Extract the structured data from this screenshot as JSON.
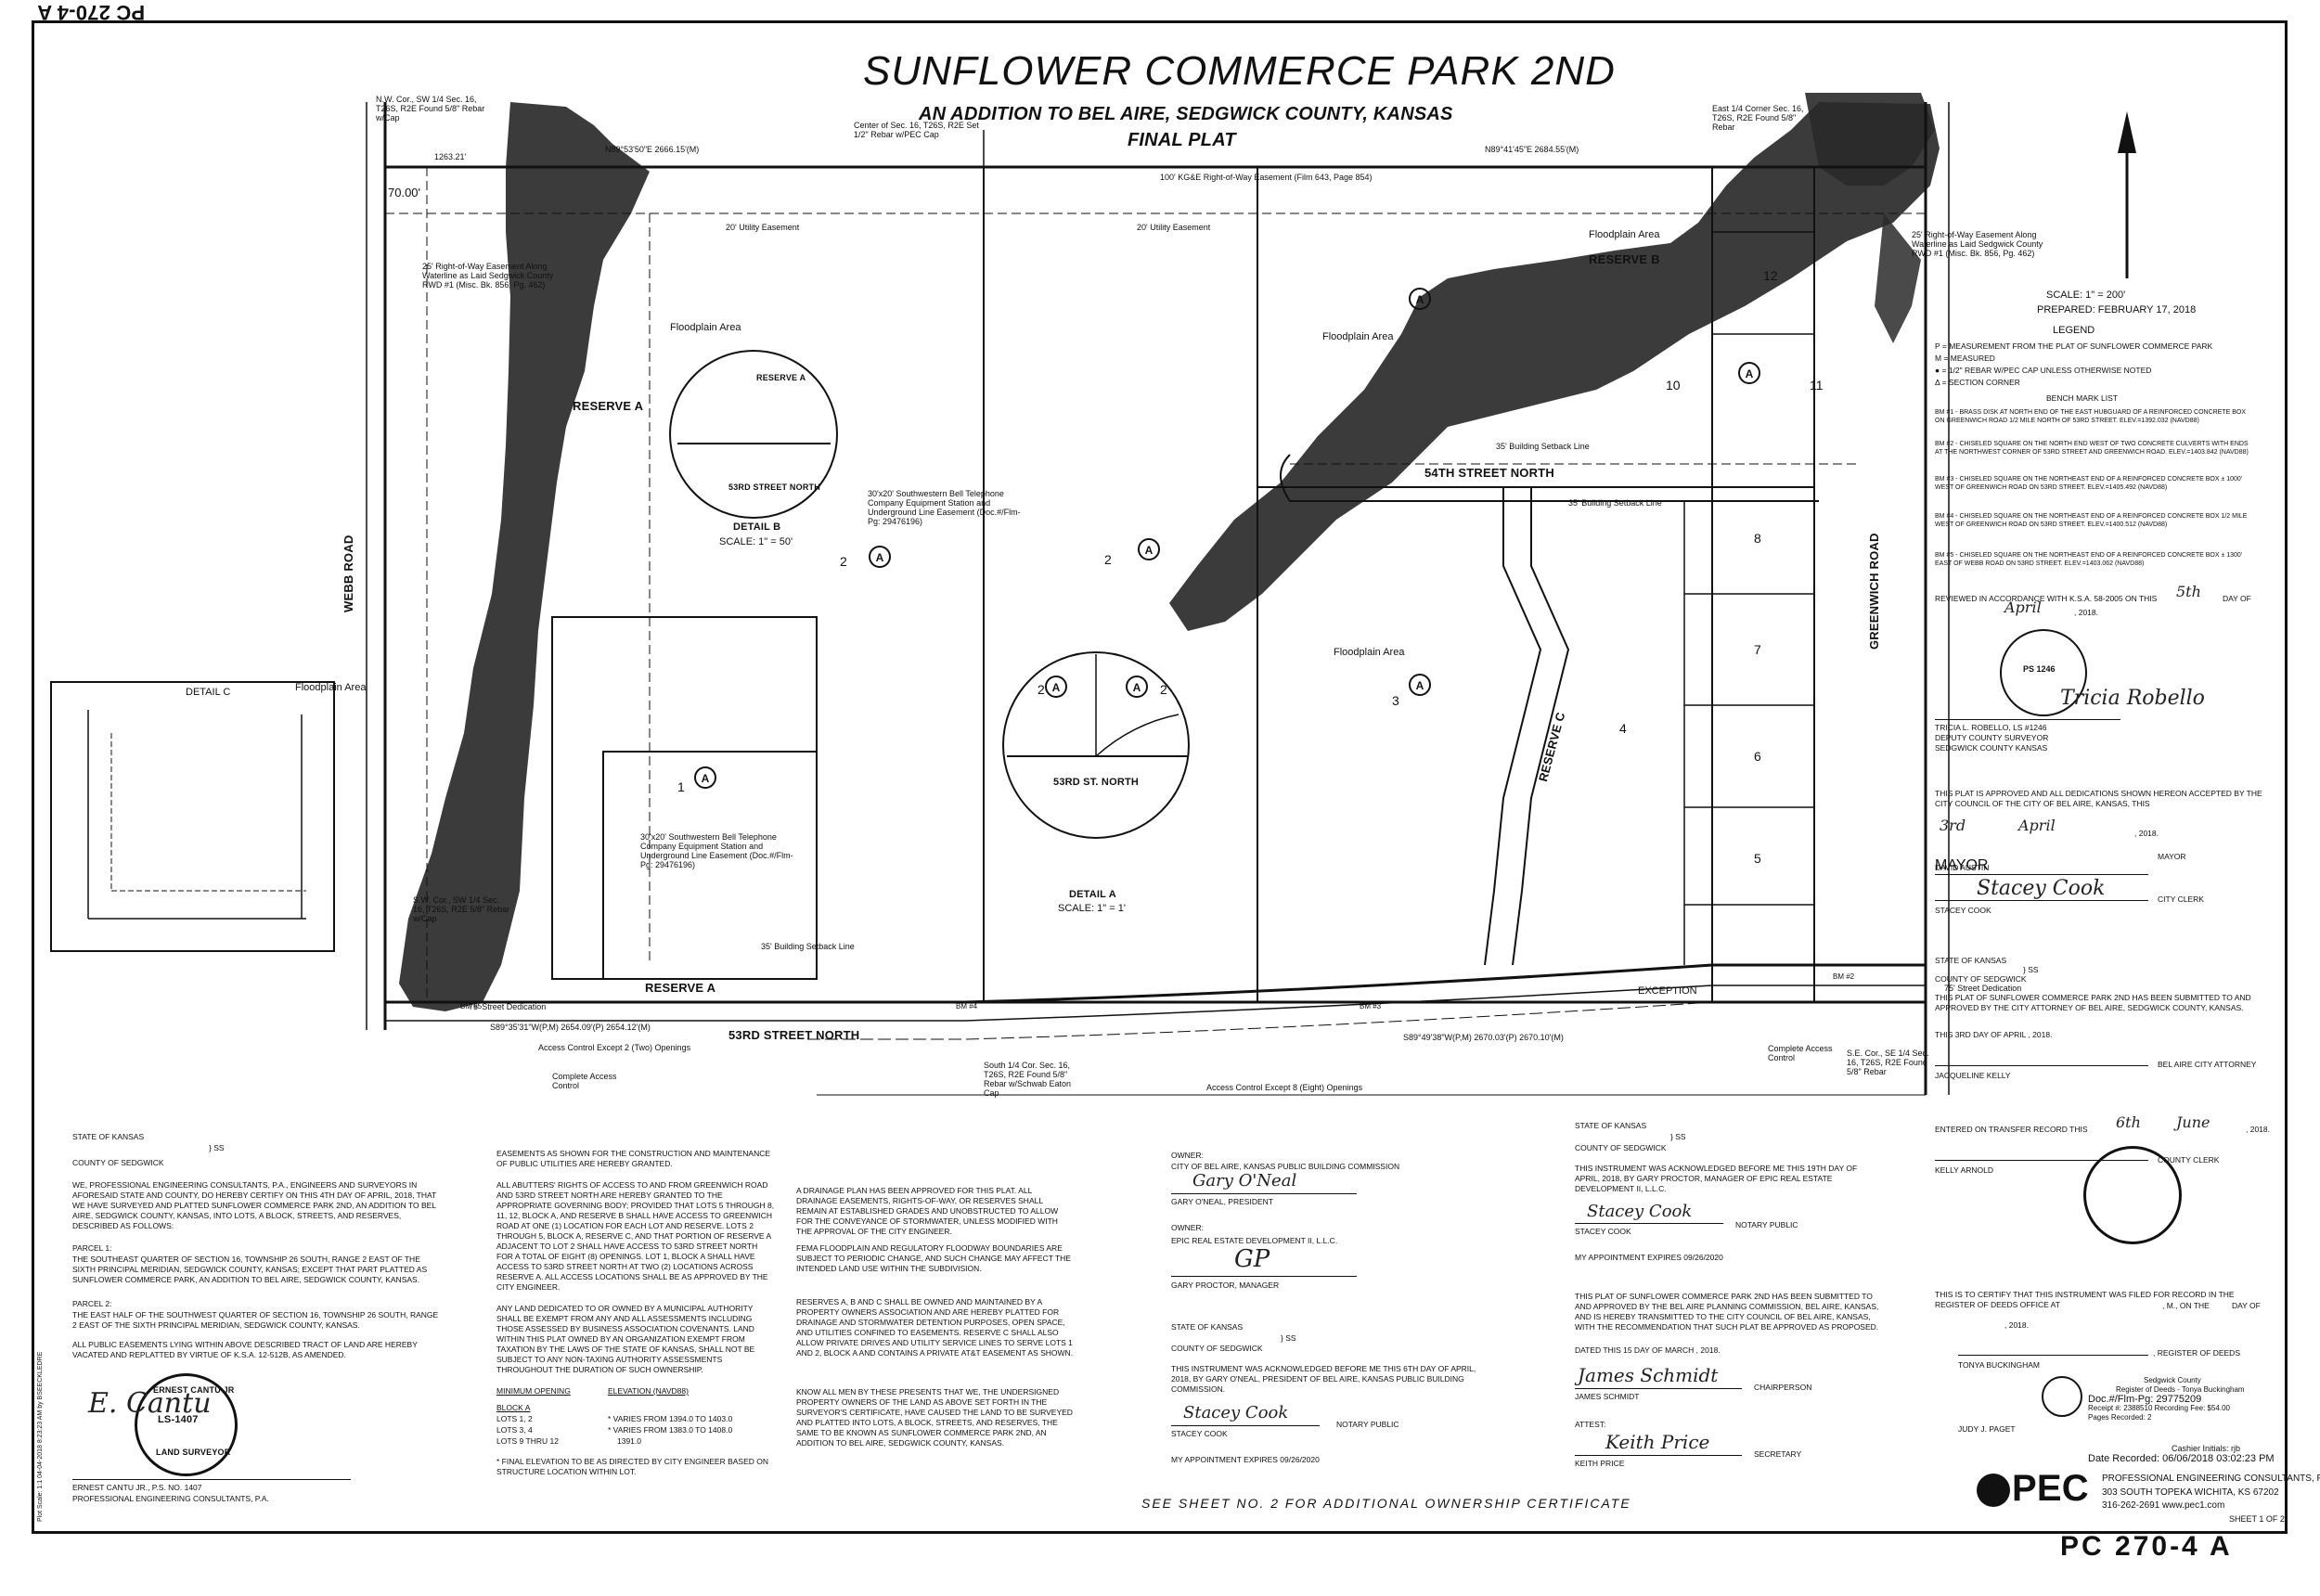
{
  "corner": {
    "top_left": "PC 270-4 A",
    "bottom_right": "PC 270-4 A"
  },
  "title": {
    "main": "SUNFLOWER COMMERCE PARK 2ND",
    "sub": "AN ADDITION TO BEL AIRE, SEDGWICK COUNTY, KANSAS",
    "plat": "FINAL PLAT"
  },
  "scale_info": {
    "scale": "SCALE: 1\" = 200'",
    "prepared": "PREPARED: FEBRUARY 17, 2018"
  },
  "legend": {
    "title": "LEGEND",
    "items": [
      "P = MEASUREMENT FROM THE PLAT OF SUNFLOWER COMMERCE PARK",
      "M = MEASURED",
      "● = 1/2\" REBAR W/PEC CAP UNLESS OTHERWISE NOTED",
      "Δ = SECTION CORNER"
    ],
    "bench_title": "BENCH MARK LIST",
    "bench": [
      "BM #1 - BRASS DISK AT NORTH END OF THE EAST HUBGUARD OF A REINFORCED CONCRETE BOX ON GREENWICH ROAD 1/2 MILE NORTH OF 53RD STREET. ELEV.=1392.032 (NAVD88)",
      "BM #2 - CHISELED SQUARE ON THE NORTH END WEST OF TWO CONCRETE CULVERTS WITH ENDS AT THE NORTHWEST CORNER OF 53RD STREET AND GREENWICH ROAD. ELEV.=1403.842 (NAVD88)",
      "BM #3 - CHISELED SQUARE ON THE NORTHEAST END OF A REINFORCED CONCRETE BOX ± 1000' WEST OF GREENWICH ROAD ON 53RD STREET. ELEV.=1405.492 (NAVD88)",
      "BM #4 - CHISELED SQUARE ON THE NORTHEAST END OF A REINFORCED CONCRETE BOX 1/2 MILE WEST OF GREENWICH ROAD ON 53RD STREET. ELEV.=1400.512 (NAVD88)",
      "BM #5 - CHISELED SQUARE ON THE NORTHEAST END OF A REINFORCED CONCRETE BOX ± 1300' EAST OF WEBB ROAD ON 53RD STREET. ELEV.=1403.062 (NAVD88)"
    ]
  },
  "approvals": {
    "reviewed": "REVIEWED IN ACCORDANCE WITH K.S.A. 58-2005 ON THIS",
    "reviewed_day": "5th",
    "reviewed_day_label": "DAY OF",
    "reviewed_month": "April",
    "reviewed_year": ", 2018.",
    "surveyor_name": "TRICIA L. ROBELLO, LS #1246",
    "surveyor_title": "DEPUTY COUNTY SURVEYOR",
    "surveyor_county": "SEDGWICK COUNTY KANSAS",
    "council_text": "THIS PLAT IS APPROVED AND ALL DEDICATIONS SHOWN HEREON ACCEPTED BY THE CITY COUNCIL OF THE CITY OF BEL AIRE, KANSAS, THIS",
    "council_day": "3rd",
    "council_month": "April",
    "council_year": ", 2018.",
    "mayor_label": "MAYOR",
    "mayor_name": "DAVID AUSTIN",
    "clerk_label": "CITY CLERK",
    "clerk_name": "STACEY COOK",
    "state": "STATE OF KANSAS",
    "county": "COUNTY OF SEDGWICK",
    "ss": "} SS",
    "attorney_text": "THIS PLAT OF SUNFLOWER COMMERCE PARK 2ND HAS BEEN SUBMITTED TO AND APPROVED BY THE CITY ATTORNEY OF BEL AIRE, SEDGWICK COUNTY, KANSAS.",
    "attorney_date": "THIS 3rd DAY OF April , 2018.",
    "attorney_label": "BEL AIRE CITY ATTORNEY",
    "attorney_name": "JACQUELINE KELLY",
    "transfer_text": "ENTERED ON TRANSFER RECORD THIS",
    "transfer_day": "6th",
    "transfer_month": "June",
    "transfer_year": ", 2018.",
    "county_clerk_label": "COUNTY CLERK",
    "county_clerk_name": "KELLY ARNOLD",
    "filed_text": "THIS IS TO CERTIFY THAT THIS INSTRUMENT WAS FILED FOR RECORD IN THE REGISTER OF DEEDS OFFICE AT",
    "filed_at": ", M., ON THE",
    "filed_day": "DAY OF",
    "filed_year": ", 2018.",
    "register_label": ", REGISTER OF DEEDS",
    "register_name": "TONYA BUCKINGHAM",
    "deputy_name": "JUDY J. PAGET"
  },
  "recording": {
    "line1": "Sedgwick County",
    "line2": "Register of Deeds - Tonya Buckingham",
    "line3": "Doc.#/Flm-Pg: 29775209",
    "line4": "Receipt #: 2388510   Recording Fee: $54.00",
    "line5": "Pages Recorded: 2",
    "line6": "Cashier Initials: rjb",
    "line7": "Date Recorded: 06/06/2018 03:02:23 PM"
  },
  "firm": {
    "logo": "PEC",
    "name": "PROFESSIONAL ENGINEERING CONSULTANTS, P.A.",
    "addr": "303 SOUTH TOPEKA  WICHITA, KS 67202",
    "phone": "316-262-2691   www.pec1.com",
    "sheet": "SHEET 1 OF 2"
  },
  "cert": {
    "state": "STATE OF KANSAS",
    "county": "COUNTY OF SEDGWICK",
    "ss": "} SS",
    "p1": "WE, PROFESSIONAL ENGINEERING CONSULTANTS, P.A., ENGINEERS AND SURVEYORS IN AFORESAID STATE AND COUNTY, DO HEREBY CERTIFY ON THIS 4TH DAY OF APRIL, 2018, THAT WE HAVE SURVEYED AND PLATTED SUNFLOWER COMMERCE PARK 2ND, AN ADDITION TO BEL AIRE, SEDGWICK COUNTY, KANSAS, INTO LOTS, A BLOCK, STREETS, AND RESERVES, DESCRIBED AS FOLLOWS:",
    "parcel1_title": "PARCEL 1:",
    "parcel1": "THE SOUTHEAST QUARTER OF SECTION 16, TOWNSHIP 26 SOUTH, RANGE 2 EAST OF THE SIXTH PRINCIPAL MERIDIAN, SEDGWICK COUNTY, KANSAS; EXCEPT THAT PART PLATTED AS SUNFLOWER COMMERCE PARK, AN ADDITION TO BEL AIRE, SEDGWICK COUNTY, KANSAS.",
    "parcel2_title": "PARCEL 2:",
    "parcel2": "THE EAST HALF OF THE SOUTHWEST QUARTER OF SECTION 16, TOWNSHIP 26 SOUTH, RANGE 2 EAST OF THE SIXTH PRINCIPAL MERIDIAN, SEDGWICK COUNTY, KANSAS.",
    "p2": "ALL PUBLIC EASEMENTS LYING WITHIN ABOVE DESCRIBED TRACT OF LAND ARE HEREBY VACATED AND REPLATTED BY VIRTUE OF K.S.A. 12-512b, AS AMENDED.",
    "surveyor": "ERNEST CANTU JR., P.S. NO. 1407",
    "firm": "PROFESSIONAL ENGINEERING CONSULTANTS, P.A.",
    "seal_top": "ERNEST CANTU JR",
    "seal_num": "LS-1407",
    "seal_bottom": "LAND SURVEYOR"
  },
  "notes": {
    "n1": "EASEMENTS AS SHOWN FOR THE CONSTRUCTION AND MAINTENANCE OF PUBLIC UTILITIES ARE HEREBY GRANTED.",
    "n2": "ALL ABUTTERS' RIGHTS OF ACCESS TO AND FROM GREENWICH ROAD AND 53RD STREET NORTH ARE HEREBY GRANTED TO THE APPROPRIATE GOVERNING BODY; PROVIDED THAT LOTS 5 THROUGH 8, 11, 12, BLOCK A, AND RESERVE B SHALL HAVE ACCESS TO GREENWICH ROAD AT ONE (1) LOCATION FOR EACH LOT AND RESERVE. LOTS 2 THROUGH 5, BLOCK A, RESERVE C, AND THAT PORTION OF RESERVE A ADJACENT TO LOT 2 SHALL HAVE ACCESS TO 53RD STREET NORTH FOR A TOTAL OF EIGHT (8) OPENINGS. LOT 1, BLOCK A SHALL HAVE ACCESS TO 53RD STREET NORTH AT TWO (2) LOCATIONS ACROSS RESERVE A. ALL ACCESS LOCATIONS SHALL BE AS APPROVED BY THE CITY ENGINEER.",
    "n3": "ANY LAND DEDICATED TO OR OWNED BY A MUNICIPAL AUTHORITY SHALL BE EXEMPT FROM ANY AND ALL ASSESSMENTS INCLUDING THOSE ASSESSED BY BUSINESS ASSOCIATION COVENANTS. LAND WITHIN THIS PLAT OWNED BY AN ORGANIZATION EXEMPT FROM TAXATION BY THE LAWS OF THE STATE OF KANSAS, SHALL NOT BE SUBJECT TO ANY NON-TAXING AUTHORITY ASSESSMENTS THROUGHOUT THE DURATION OF SUCH OWNERSHIP.",
    "min_title": "MINIMUM OPENING",
    "elev_title": "ELEVATION (NAVD88)",
    "block": "BLOCK A",
    "lots12": "LOTS 1, 2",
    "lots34": "LOTS 3, 4",
    "lots912": "LOTS 9 THRU 12",
    "e1": "* VARIES FROM 1394.0 TO 1403.0",
    "e2": "* VARIES FROM 1383.0 TO 1408.0",
    "e3": "1391.0",
    "final": "* FINAL ELEVATION TO BE AS DIRECTED BY CITY ENGINEER BASED ON STRUCTURE LOCATION WITHIN LOT.",
    "n4": "A DRAINAGE PLAN HAS BEEN APPROVED FOR THIS PLAT. ALL DRAINAGE EASEMENTS, RIGHTS-OF-WAY, OR RESERVES SHALL REMAIN AT ESTABLISHED GRADES AND UNOBSTRUCTED TO ALLOW FOR THE CONVEYANCE OF STORMWATER, UNLESS MODIFIED WITH THE APPROVAL OF THE CITY ENGINEER.",
    "n5": "FEMA FLOODPLAIN AND REGULATORY FLOODWAY BOUNDARIES ARE SUBJECT TO PERIODIC CHANGE, AND SUCH CHANGE MAY AFFECT THE INTENDED LAND USE WITHIN THE SUBDIVISION.",
    "n6": "RESERVES A, B AND C SHALL BE OWNED AND MAINTAINED BY A PROPERTY OWNERS ASSOCIATION AND ARE HEREBY PLATTED FOR DRAINAGE AND STORMWATER DETENTION PURPOSES, OPEN SPACE, AND UTILITIES CONFINED TO EASEMENTS. RESERVE C SHALL ALSO ALLOW PRIVATE DRIVES AND UTILITY SERVICE LINES TO SERVE LOTS 1 AND 2, BLOCK A AND CONTAINS A PRIVATE AT&T EASEMENT AS SHOWN.",
    "n7": "KNOW ALL MEN BY THESE PRESENTS THAT WE, THE UNDERSIGNED PROPERTY OWNERS OF THE LAND AS ABOVE SET FORTH IN THE SURVEYOR'S CERTIFICATE, HAVE CAUSED THE LAND TO BE SURVEYED AND PLATTED INTO LOTS, A BLOCK, STREETS, AND RESERVES, THE SAME TO BE KNOWN AS SUNFLOWER COMMERCE PARK 2ND, AN ADDITION TO BEL AIRE, SEDGWICK COUNTY, KANSAS."
  },
  "owners": {
    "owner_label": "OWNER:",
    "owner1": "CITY OF BEL AIRE, KANSAS PUBLIC BUILDING COMMISSION",
    "owner1_signer": "GARY O'NEAL, PRESIDENT",
    "owner2": "EPIC REAL ESTATE DEVELOPMENT II, L.L.C.",
    "owner2_signer": "GARY PROCTOR, MANAGER",
    "state": "STATE OF KANSAS",
    "county": "COUNTY OF SEDGWICK",
    "ss": "} SS",
    "ack1": "THIS INSTRUMENT WAS ACKNOWLEDGED BEFORE ME THIS 6th DAY OF April, 2018, BY GARY O'NEAL, PRESIDENT OF BEL AIRE, KANSAS PUBLIC BUILDING COMMISSION.",
    "notary1": "STACEY COOK",
    "notary_label": "NOTARY PUBLIC",
    "appt1": "MY APPOINTMENT EXPIRES 09/26/2020",
    "ack2": "THIS INSTRUMENT WAS ACKNOWLEDGED BEFORE ME THIS 19th DAY OF April, 2018, BY GARY PROCTOR, MANAGER OF EPIC REAL ESTATE DEVELOPMENT II, L.L.C.",
    "notary2": "STACEY COOK",
    "appt2": "MY APPOINTMENT EXPIRES 09/26/2020",
    "planning": "THIS PLAT OF SUNFLOWER COMMERCE PARK 2ND HAS BEEN SUBMITTED TO AND APPROVED BY THE BEL AIRE PLANNING COMMISSION, BEL AIRE, KANSAS, AND IS HEREBY TRANSMITTED TO THE CITY COUNCIL OF BEL AIRE, KANSAS, WITH THE RECOMMENDATION THAT SUCH PLAT BE APPROVED AS PROPOSED.",
    "dated": "DATED THIS 15 DAY OF March , 2018.",
    "chair_name": "JAMES SCHMIDT",
    "chair_label": "CHAIRPERSON",
    "attest": "ATTEST:",
    "sec_name": "KEITH PRICE",
    "sec_label": "SECRETARY",
    "see_sheet": "SEE SHEET NO. 2 FOR ADDITIONAL OWNERSHIP CERTIFICATE"
  },
  "plan": {
    "nw_cor": "N.W. Cor., SW 1/4 Sec. 16, T26S, R2E Found 5/8\" Rebar w/Cap",
    "center": "Center of Sec. 16, T26S, R2E Set 1/2\" Rebar w/PEC Cap",
    "east_cor": "East 1/4 Corner Sec. 16, T26S, R2E Found 5/8\" Rebar",
    "sw_cor": "S.W. Cor., SW 1/4 Sec. 16, T26S, R2E 5/8\" Rebar w/Cap",
    "south_cor": "South 1/4 Cor. Sec. 16, T26S, R2E Found 5/8\" Rebar w/Schwab Eaton Cap",
    "se_cor": "S.E. Cor., SE 1/4 Sec. 16, T26S, R2E Found 5/8\" Rebar",
    "webb": "WEBB ROAD",
    "greenwich": "GREENWICH ROAD",
    "st53": "53RD STREET NORTH",
    "st54": "54TH STREET NORTH",
    "reserve_a": "RESERVE A",
    "reserve_b": "RESERVE B",
    "reserve_c": "RESERVE C",
    "floodplain": "Floodplain Area",
    "kge": "100' KG&E Right-of-Way Easement (Film 643, Page 854)",
    "util20": "20' Utility Easement",
    "bsl35": "35' Building Setback Line",
    "row25": "25' Right-of-Way Easement Along Waterline as Laid Sedgwick County RWD #1 (Misc. Bk. 856, Pg. 462)",
    "bell": "30'x20' Southwestern Bell Telephone Company Equipment Station and Underground Line Easement (Doc.#/Flm-Pg: 29476196)",
    "detail_a": "DETAIL A",
    "detail_a_scale": "SCALE: 1\" = 1'",
    "detail_a_st": "53RD ST. NORTH",
    "detail_b": "DETAIL B",
    "detail_b_scale": "SCALE: 1\" = 50'",
    "detail_c": "DETAIL C",
    "exception": "EXCEPTION",
    "street_ded": "75' Street Dedication",
    "access_2": "Access Control Except 2 (Two) Openings",
    "access_8": "Access Control Except 8 (Eight) Openings",
    "complete_ac": "Complete Access Control",
    "brg1": "N89°53'50\"E  2666.15'(M)",
    "brg2": "N89°41'45\"E  2684.55'(M)",
    "brg3": "S89°35'31\"W(P,M)  2654.09'(P)  2654.12'(M)",
    "brg4": "S89°49'38\"W(P,M)  2670.03'(P)  2670.10'(M)",
    "len70": "70.00'",
    "len1263": "1263.21'"
  }
}
